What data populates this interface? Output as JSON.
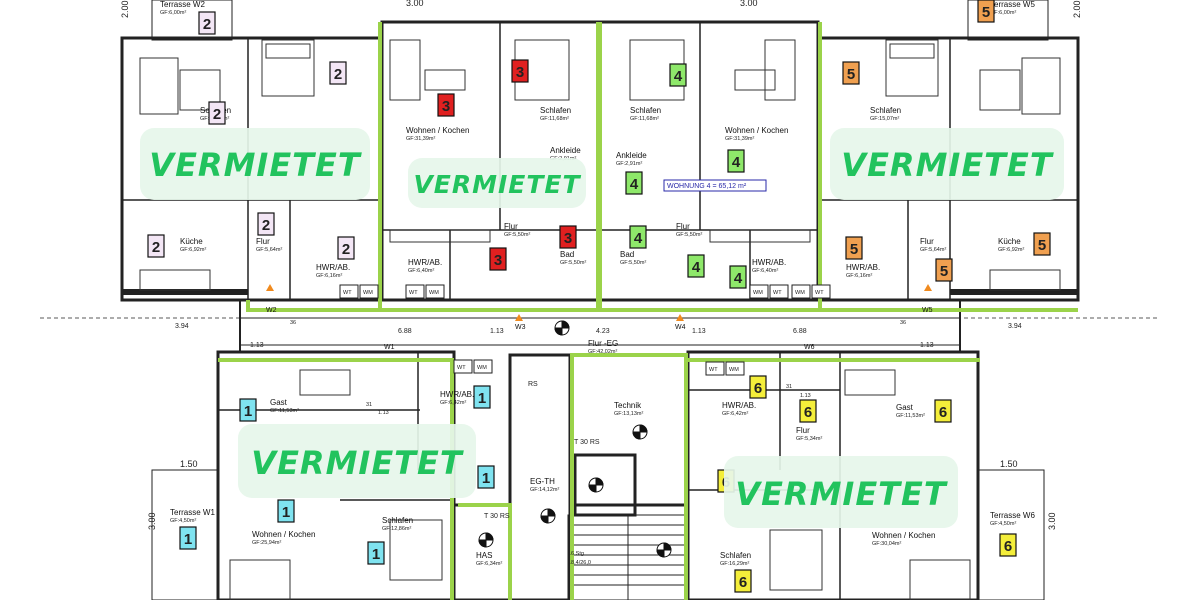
{
  "colors": {
    "wall": "#222222",
    "green_line": "#9bd34a",
    "vermietet_text": "#22c35e",
    "vermietet_bg": "#e6f6ea",
    "unit_1": "#7fe3f0",
    "unit_2": "#f3e6f5",
    "unit_3": "#e02020",
    "unit_4": "#8ee86a",
    "unit_5": "#f0a050",
    "unit_6": "#f4ee3a"
  },
  "overlay_label": "VERMIETET",
  "wohnung_label": "WOHNUNG  4 = 65,12 m²",
  "unit_badges": [
    {
      "n": "2",
      "c": "unit_2"
    },
    {
      "n": "2",
      "c": "unit_2"
    },
    {
      "n": "2",
      "c": "unit_2"
    },
    {
      "n": "2",
      "c": "unit_2"
    },
    {
      "n": "2",
      "c": "unit_2"
    },
    {
      "n": "2",
      "c": "unit_2"
    },
    {
      "n": "3",
      "c": "unit_3"
    },
    {
      "n": "3",
      "c": "unit_3"
    },
    {
      "n": "3",
      "c": "unit_3"
    },
    {
      "n": "3",
      "c": "unit_3"
    },
    {
      "n": "4",
      "c": "unit_4"
    },
    {
      "n": "4",
      "c": "unit_4"
    },
    {
      "n": "4",
      "c": "unit_4"
    },
    {
      "n": "4",
      "c": "unit_4"
    },
    {
      "n": "4",
      "c": "unit_4"
    },
    {
      "n": "4",
      "c": "unit_4"
    },
    {
      "n": "5",
      "c": "unit_5"
    },
    {
      "n": "5",
      "c": "unit_5"
    },
    {
      "n": "5",
      "c": "unit_5"
    },
    {
      "n": "5",
      "c": "unit_5"
    },
    {
      "n": "5",
      "c": "unit_5"
    },
    {
      "n": "1",
      "c": "unit_1"
    },
    {
      "n": "1",
      "c": "unit_1"
    },
    {
      "n": "1",
      "c": "unit_1"
    },
    {
      "n": "1",
      "c": "unit_1"
    },
    {
      "n": "1",
      "c": "unit_1"
    },
    {
      "n": "1",
      "c": "unit_1"
    },
    {
      "n": "6",
      "c": "unit_6"
    },
    {
      "n": "6",
      "c": "unit_6"
    },
    {
      "n": "6",
      "c": "unit_6"
    },
    {
      "n": "6",
      "c": "unit_6"
    },
    {
      "n": "6",
      "c": "unit_6"
    },
    {
      "n": "6",
      "c": "unit_6"
    }
  ],
  "rooms": [
    {
      "name": "Terrasse W2",
      "area": "GF:6,00m²"
    },
    {
      "name": "Schlafen",
      "area": "GF:15,07m²"
    },
    {
      "name": "Küche",
      "area": "GF:6,92m²"
    },
    {
      "name": "Flur",
      "area": "GF:5,64m²"
    },
    {
      "name": "HWR/AB.",
      "area": "GF:6,16m²"
    },
    {
      "name": "Wohnen / Kochen",
      "area": "GF:31,39m²"
    },
    {
      "name": "Schlafen",
      "area": "GF:11,68m²"
    },
    {
      "name": "Ankleide",
      "area": "GF:2,91m²"
    },
    {
      "name": "Flur",
      "area": "GF:5,50m²"
    },
    {
      "name": "HWR/AB.",
      "area": "GF:6,40m²"
    },
    {
      "name": "Bad",
      "area": "GF:5,50m²"
    },
    {
      "name": "Schlafen",
      "area": "GF:11,68m²"
    },
    {
      "name": "Ankleide",
      "area": "GF:2,91m²"
    },
    {
      "name": "Wohnen / Kochen",
      "area": "GF:31,39m²"
    },
    {
      "name": "Flur",
      "area": "GF:5,50m²"
    },
    {
      "name": "Bad",
      "area": "GF:5,50m²"
    },
    {
      "name": "HWR/AB.",
      "area": "GF:6,40m²"
    },
    {
      "name": "Terrasse W5",
      "area": "GF:6,00m²"
    },
    {
      "name": "Schlafen",
      "area": "GF:15,07m²"
    },
    {
      "name": "Flur",
      "area": "GF:5,64m²"
    },
    {
      "name": "Küche",
      "area": "GF:6,92m²"
    },
    {
      "name": "HWR/AB.",
      "area": "GF:6,16m²"
    },
    {
      "name": "Flur -EG",
      "area": "GF:42,02m²"
    },
    {
      "name": "Gast",
      "area": "GF:11,53m²"
    },
    {
      "name": "HWR/AB.",
      "area": "GF:6,42m²"
    },
    {
      "name": "Terrasse W1",
      "area": "GF:4,50m²"
    },
    {
      "name": "Wohnen / Kochen",
      "area": "GF:25,94m²"
    },
    {
      "name": "Schlafen",
      "area": "GF:12,86m²"
    },
    {
      "name": "HAS",
      "area": "GF:6,34m²"
    },
    {
      "name": "EG-TH",
      "area": "GF:14,12m²"
    },
    {
      "name": "Technik",
      "area": "GF:13,13m²"
    },
    {
      "name": "HWR/AB.",
      "area": "GF:6,42m²"
    },
    {
      "name": "Flur",
      "area": "GF:5,34m²"
    },
    {
      "name": "Gast",
      "area": "GF:11,53m²"
    },
    {
      "name": "Schlafen",
      "area": "GF:16,29m²"
    },
    {
      "name": "Wohnen / Kochen",
      "area": "GF:30,04m²"
    },
    {
      "name": "Terrasse W6",
      "area": "GF:4,50m²"
    }
  ],
  "door_tags": [
    "W2",
    "W3",
    "W4",
    "W5",
    "W1",
    "W6"
  ],
  "dimensions": [
    "2.00",
    "3.00",
    "3.00",
    "2.00",
    "3.94",
    "3.94",
    "6.88",
    "6.88",
    "4.23",
    "1.13",
    "1.13",
    "1.13",
    "1.13",
    "1.50",
    "1.50",
    "3.00",
    "3.00",
    "36",
    "36",
    "31",
    "31",
    "1.13",
    "1.13"
  ],
  "appliances": [
    "WT",
    "WM",
    "WT",
    "WM",
    "WT",
    "WM",
    "WM",
    "WT",
    "WM",
    "WT",
    "WT",
    "WM"
  ],
  "stair_labels": [
    "T 30 RS",
    "T 30 RS",
    "RS",
    "16 Stg",
    "18,4/26,0"
  ]
}
